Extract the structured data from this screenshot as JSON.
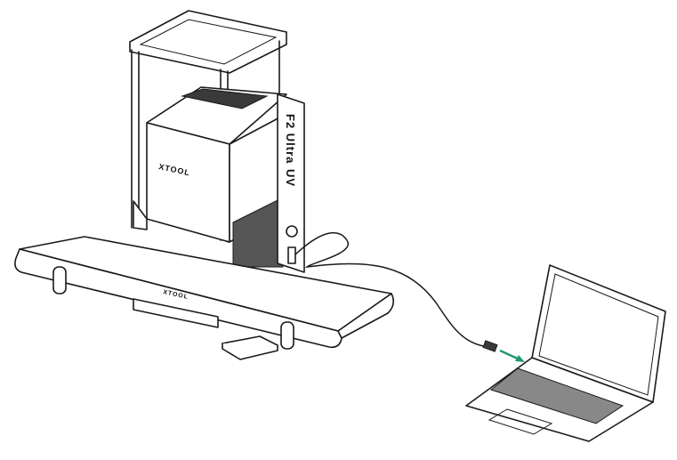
{
  "machine": {
    "brand_label": "XTOOL",
    "model_label": "F2 Ultra",
    "variant_label": "UV"
  },
  "conveyor": {
    "brand_label": "XTOOL"
  },
  "colors": {
    "line": "#1a1a1a",
    "arrow": "#1f9a6a"
  }
}
